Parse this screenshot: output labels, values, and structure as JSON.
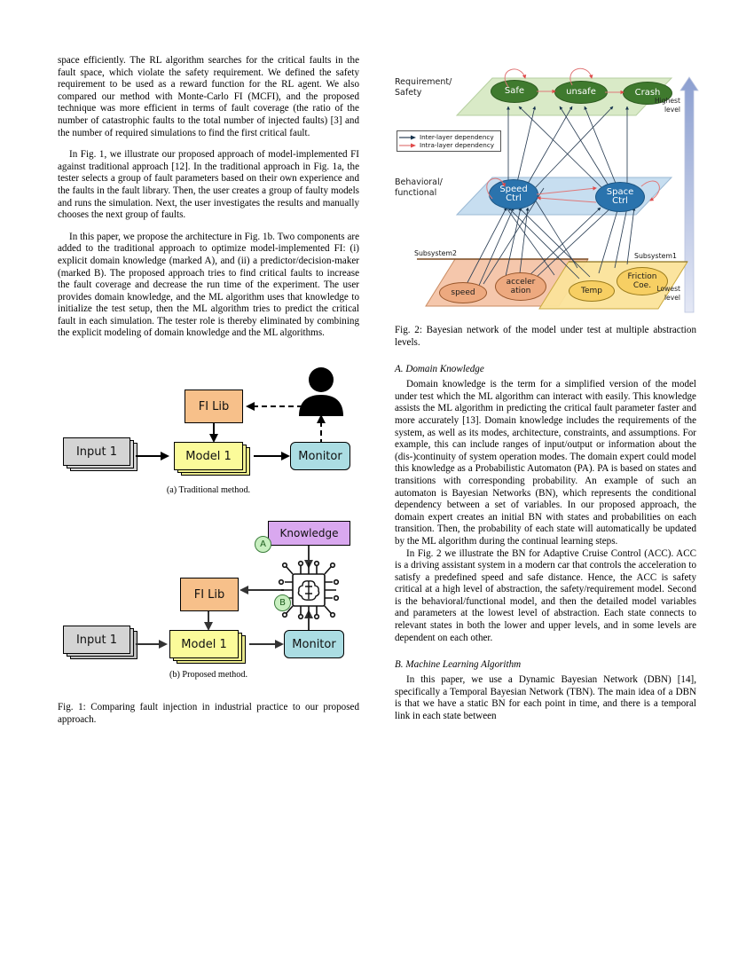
{
  "document": {
    "left_column": {
      "paragraphs": [
        "space efficiently. The RL algorithm searches for the critical faults in the fault space, which violate the safety requirement. We defined the safety requirement to be used as a reward function for the RL agent. We also compared our method with Monte-Carlo FI (MCFI), and the proposed technique was more efficient in terms of fault coverage (the ratio of the number of catastrophic faults to the total number of injected faults) [3] and the number of required simulations to find the first critical fault.",
        "In Fig. 1, we illustrate our proposed approach of model-implemented FI against traditional approach [12]. In the traditional approach in Fig. 1a, the tester selects a group of fault parameters based on their own experience and the faults in the fault library. Then, the user creates a group of faulty models and runs the simulation. Next, the user investigates the results and manually chooses the next group of faults.",
        "In this paper, we propose the architecture in Fig. 1b. Two components are added to the traditional approach to optimize model-implemented FI: (i) explicit domain knowledge (marked A), and (ii) a predictor/decision-maker (marked B). The proposed approach tries to find critical faults to increase the fault coverage and decrease the run time of the experiment. The user provides domain knowledge, and the ML algorithm uses that knowledge to initialize the test setup, then the ML algorithm tries to predict the critical fault in each simulation. The tester role is thereby eliminated by combining the explicit modeling of domain knowledge and the ML algorithms."
      ]
    },
    "right_column": {
      "paragraphs_before_a": [],
      "section_a": {
        "heading": "A.  Domain Knowledge",
        "paragraphs": [
          "Domain knowledge is the term for a simplified version of the model under test which the ML algorithm can interact with easily. This knowledge assists the ML algorithm in predicting the critical fault parameter faster and more accurately [13]. Domain knowledge includes the requirements of the system, as well as its modes, architecture, constraints, and assumptions. For example, this can include ranges of input/output or information about the (dis-)continuity of system operation modes. The domain expert could model this knowledge as a Probabilistic Automaton (PA). PA is based on states and transitions with corresponding probability. An example of such an automaton is Bayesian Networks (BN), which represents the conditional dependency between a set of variables. In our proposed approach, the domain expert creates an initial BN with states and probabilities on each transition. Then, the probability of each state will automatically be updated by the ML algorithm during the continual learning steps.",
          "In Fig. 2 we illustrate the BN for Adaptive Cruise Control (ACC). ACC is a driving assistant system in a modern car that controls the acceleration to satisfy a predefined speed and safe distance. Hence, the ACC is safety critical at a high level of abstraction, the safety/requirement model. Second is the behavioral/functional model, and then the detailed model variables and parameters at the lowest level of abstraction. Each state connects to relevant states in both the lower and upper levels, and in some levels are dependent on each other."
        ]
      },
      "section_b": {
        "heading": "B.  Machine Learning Algorithm",
        "paragraphs": [
          "In this paper, we use a Dynamic Bayesian Network (DBN) [14], specifically a Temporal Bayesian Network (TBN). The main idea of a DBN is that we have a static BN for each point in time, and there is a temporal link in each state between"
        ]
      }
    }
  },
  "figure1": {
    "caption": "Fig. 1: Comparing fault injection in industrial practice to our proposed approach.",
    "subfigure_a": {
      "label": "(a) Traditional method.",
      "nodes": {
        "input": "Input 1",
        "fi_lib": "FI Lib",
        "model": "Model 1",
        "monitor": "Monitor",
        "person": "person-icon"
      }
    },
    "subfigure_b": {
      "label": "(b) Proposed method.",
      "nodes": {
        "input": "Input 1",
        "fi_lib": "FI Lib",
        "model": "Model 1",
        "monitor": "Monitor",
        "knowledge": "Knowledge",
        "chip": "ai-chip-icon",
        "marker_a": "A",
        "marker_b": "B"
      }
    },
    "colors": {
      "input": "#d4d4d4",
      "fi_lib": "#f7c08a",
      "model": "#fbfb9a",
      "monitor": "#abdde3",
      "knowledge": "#d9a8ef",
      "marker": "#c8efc0"
    }
  },
  "figure2": {
    "caption": "Fig. 2: Bayesian network of the model under test at multiple abstraction levels.",
    "plane_labels": {
      "top": "Requirement/\nSafety",
      "middle": "Behavioral/\nfunctional"
    },
    "plane_label_top_line1": "Requirement/",
    "plane_label_top_line2": "Safety",
    "plane_label_mid_line1": "Behavioral/",
    "plane_label_mid_line2": "functional",
    "level_labels": {
      "highest_line1": "Highest",
      "highest_line2": "level",
      "lowest_line1": "Lowest",
      "lowest_line2": "level"
    },
    "subsystem_labels": {
      "left": "Subsystem2",
      "right": "Subsystem1"
    },
    "legend": [
      {
        "label": "Inter-layer dependency",
        "color": "#2f4f6f"
      },
      {
        "label": "Intra-layer dependency",
        "color": "#e05050"
      }
    ],
    "nodes": {
      "top": [
        "Safe",
        "unsafe",
        "Crash"
      ],
      "middle": [
        "Speed\nCtrl",
        "Space\nCtrl"
      ],
      "middle_1_line1": "Speed",
      "middle_1_line2": "Ctrl",
      "middle_2_line1": "Space",
      "middle_2_line2": "Ctrl",
      "bottom_left": [
        "speed",
        "acceler\nation"
      ],
      "bottom_left_1": "speed",
      "bottom_left_2_line1": "acceler",
      "bottom_left_2_line2": "ation",
      "bottom_right_1": "Temp",
      "bottom_right_2_line1": "Friction",
      "bottom_right_2_line2": "Coe."
    },
    "colors": {
      "top_plane": "#d6e8c2",
      "top_node": "#3f7a2e",
      "middle_plane": "#c2dbef",
      "middle_node": "#2a73ad",
      "left_plane": "#f4c4a8",
      "left_node": "#eda97f",
      "right_plane": "#fbe39a",
      "right_node": "#f7cf63",
      "level_arrow": "#9aa9d4"
    }
  }
}
